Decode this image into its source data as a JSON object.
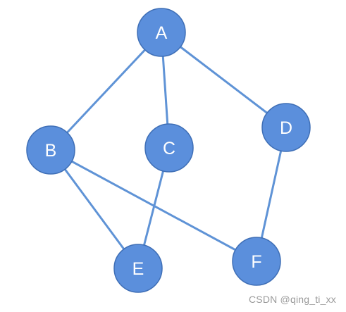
{
  "diagram": {
    "type": "undirected-graph",
    "colors": {
      "node_fill": "#5b8fdc",
      "edge": "#5f93d6",
      "label": "#ffffff"
    },
    "nodes": [
      {
        "id": "A",
        "label": "A"
      },
      {
        "id": "B",
        "label": "B"
      },
      {
        "id": "C",
        "label": "C"
      },
      {
        "id": "D",
        "label": "D"
      },
      {
        "id": "E",
        "label": "E"
      },
      {
        "id": "F",
        "label": "F"
      }
    ],
    "edges": [
      {
        "from": "A",
        "to": "B"
      },
      {
        "from": "A",
        "to": "C"
      },
      {
        "from": "A",
        "to": "D"
      },
      {
        "from": "B",
        "to": "E"
      },
      {
        "from": "B",
        "to": "F"
      },
      {
        "from": "C",
        "to": "E"
      },
      {
        "from": "D",
        "to": "F"
      }
    ]
  },
  "watermark": "CSDN @qing_ti_xx"
}
